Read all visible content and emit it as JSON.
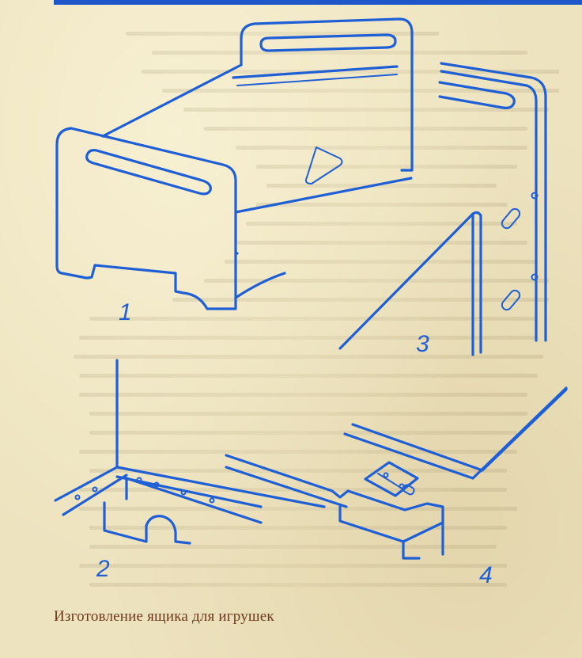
{
  "figure": {
    "labels": [
      "1",
      "2",
      "3",
      "4"
    ],
    "caption": "Изготовление ящика для игрушек"
  },
  "colors": {
    "line": "#1f5fd6",
    "paper": "#ede3bf",
    "caption": "#6b3a1a"
  }
}
